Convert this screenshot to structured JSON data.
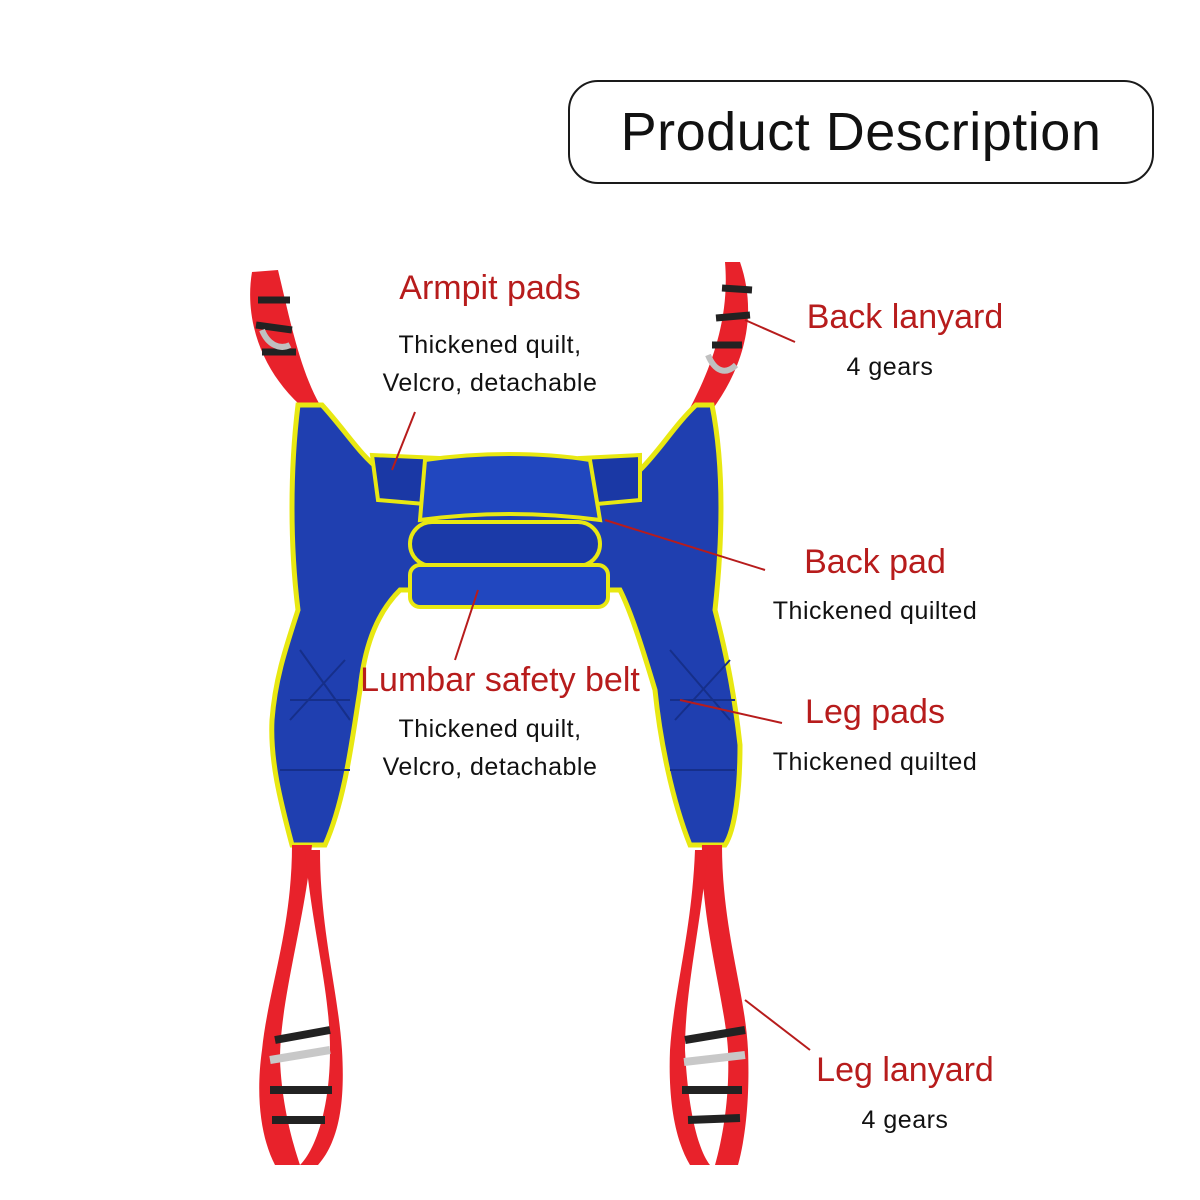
{
  "title": "Product Description",
  "colors": {
    "label_red": "#b71c1c",
    "sling_blue": "#1f3fb0",
    "strap_red": "#e8222b",
    "piping_yellow": "#e8e812"
  },
  "annotations": {
    "armpit_pads": {
      "name": "Armpit pads",
      "line1": "Thickened quilt,",
      "line2": "Velcro, detachable"
    },
    "back_lanyard": {
      "name": "Back lanyard",
      "line1": "4 gears"
    },
    "back_pad": {
      "name": "Back pad",
      "line1": "Thickened quilted"
    },
    "lumbar_belt": {
      "name": "Lumbar safety belt",
      "line1": "Thickened quilt,",
      "line2": "Velcro, detachable"
    },
    "leg_pads": {
      "name": "Leg pads",
      "line1": "Thickened quilted"
    },
    "leg_lanyard": {
      "name": "Leg lanyard",
      "line1": "4 gears"
    }
  }
}
